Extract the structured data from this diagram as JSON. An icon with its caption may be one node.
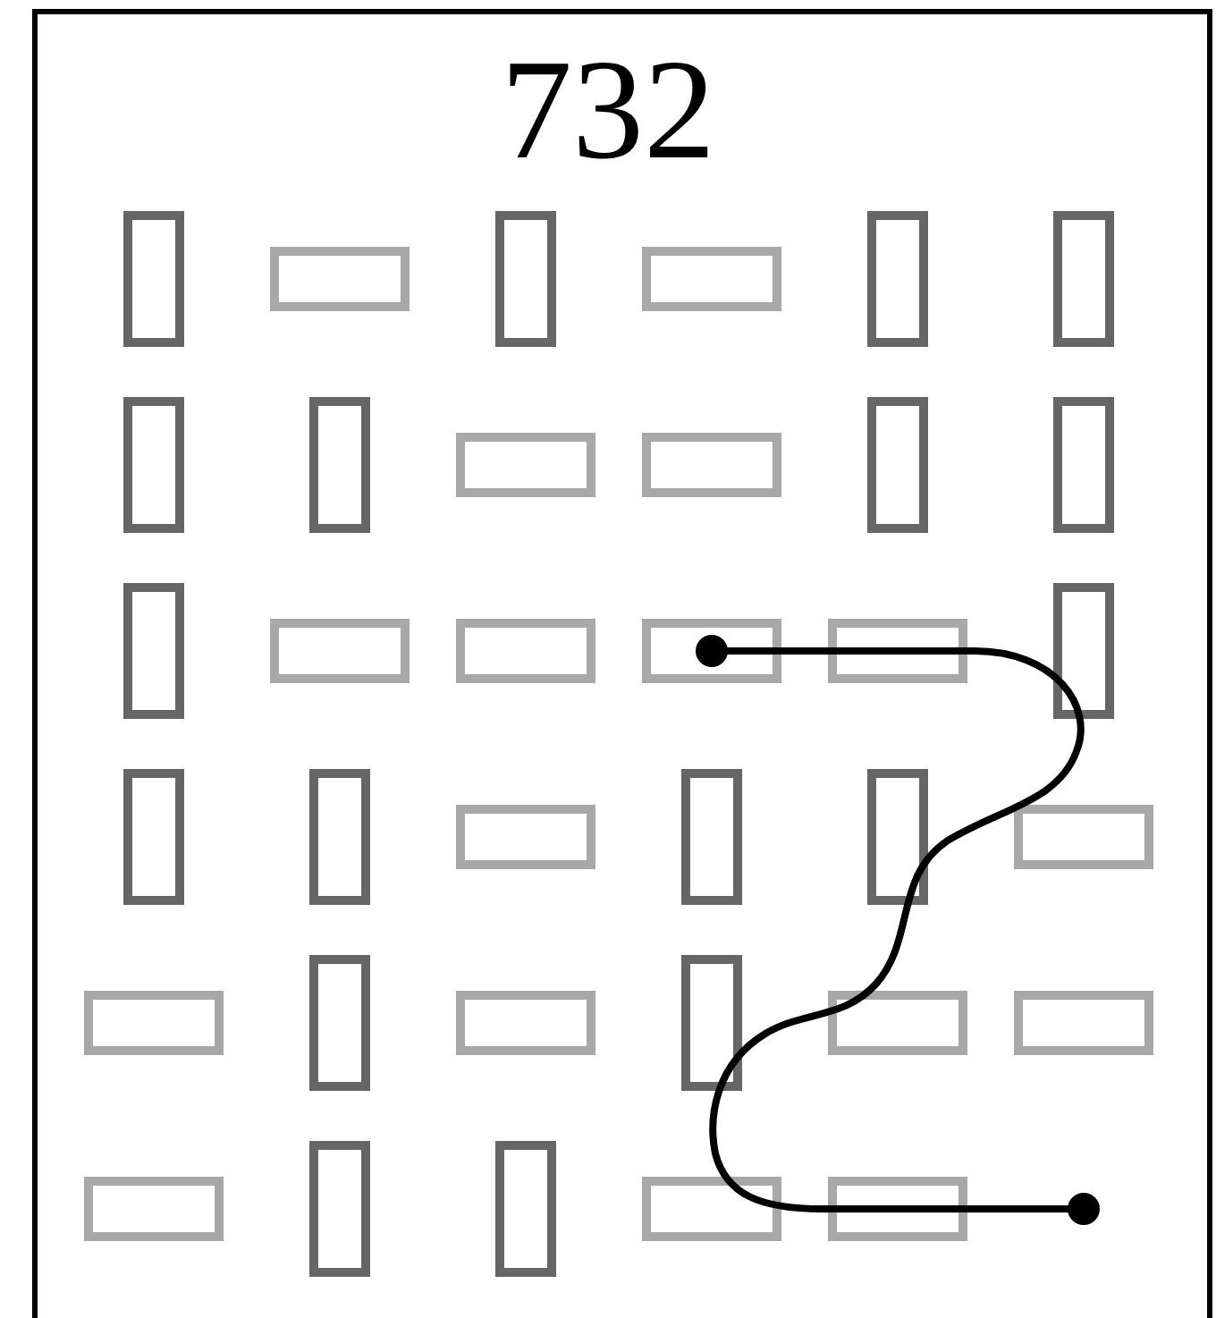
{
  "diagram": {
    "title": "732",
    "nodes": [
      {
        "text": [],
        "shape": "box"
      },
      {
        "text": [],
        "shape": "box"
      },
      {
        "text": [],
        "shape": "box"
      },
      {
        "text": [],
        "shape": "box"
      },
      {
        "text": [],
        "shape": "box"
      },
      {
        "text": [],
        "shape": "box"
      },
      {
        "text": [],
        "shape": "box"
      },
      {
        "text": [],
        "shape": "box"
      },
      {
        "text": [],
        "shape": "box"
      },
      {
        "text": [],
        "shape": "box"
      },
      {
        "text": [],
        "shape": "box"
      },
      {
        "text": [],
        "shape": "box"
      },
      {
        "text": [],
        "shape": "box"
      },
      {
        "text": [],
        "shape": "box"
      },
      {
        "text": [],
        "shape": "box"
      },
      {
        "text": [],
        "shape": "box"
      },
      {
        "text": [],
        "shape": "box"
      },
      {
        "text": [],
        "shape": "box"
      },
      {
        "text": [],
        "shape": "box"
      },
      {
        "text": [],
        "shape": "box"
      },
      {
        "text": [],
        "shape": "box"
      },
      {
        "text": [],
        "shape": "box"
      },
      {
        "text": [],
        "shape": "box"
      },
      {
        "text": [],
        "shape": "box"
      },
      {
        "text": [],
        "shape": "box"
      },
      {
        "text": [],
        "shape": "box"
      },
      {
        "text": [],
        "shape": "box"
      },
      {
        "text": [],
        "shape": "box"
      },
      {
        "text": [],
        "shape": "box"
      },
      {
        "text": [],
        "shape": "box"
      },
      {
        "text": [],
        "shape": "box"
      },
      {
        "text": [],
        "shape": "box"
      },
      {
        "text": [],
        "shape": "box"
      },
      {
        "text": [],
        "shape": "box"
      },
      {
        "text": [],
        "shape": "box"
      }
    ]
  }
}
